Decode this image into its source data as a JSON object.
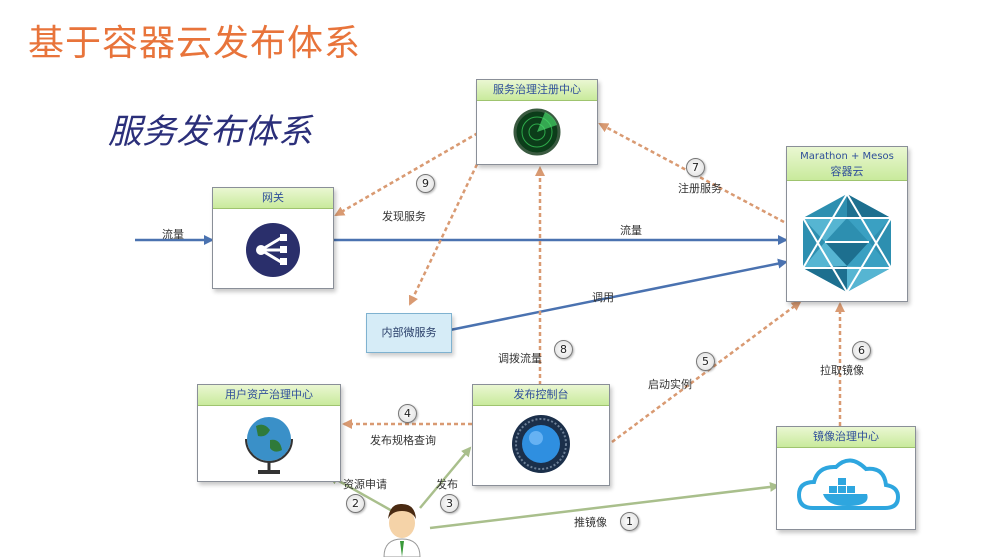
{
  "title": "基于容器云发布体系",
  "subtitle": "服务发布体系",
  "nodes": {
    "registry": "服务治理注册中心",
    "gateway": "网关",
    "container_cloud_line1": "Marathon + Mesos",
    "container_cloud_line2": "容器云",
    "internal_service": "内部微服务",
    "resource_center": "用户资产治理中心",
    "release_console": "发布控制台",
    "image_center": "镜像治理中心"
  },
  "edge_labels": {
    "traffic_in": "流量",
    "traffic_main": "流量",
    "call": "调用",
    "discover_service": "发现服务",
    "register_service": "注册服务",
    "adjust_traffic": "调拨流量",
    "start_instance": "启动实例",
    "pull_image": "拉取镜像",
    "release_spec_query": "发布规格查询",
    "resource_apply": "资源申请",
    "release": "发布",
    "push_image": "推镜像"
  },
  "steps": [
    "1",
    "2",
    "3",
    "4",
    "5",
    "6",
    "7",
    "8",
    "9"
  ],
  "colors": {
    "title": "#e8743b",
    "subtitle": "#2b2f7a",
    "header_green": "#c9ea9c",
    "solid_arrow": "#4a72b0",
    "dashed_arrow": "#d99a72",
    "push_arrow": "#a9bf8c"
  }
}
